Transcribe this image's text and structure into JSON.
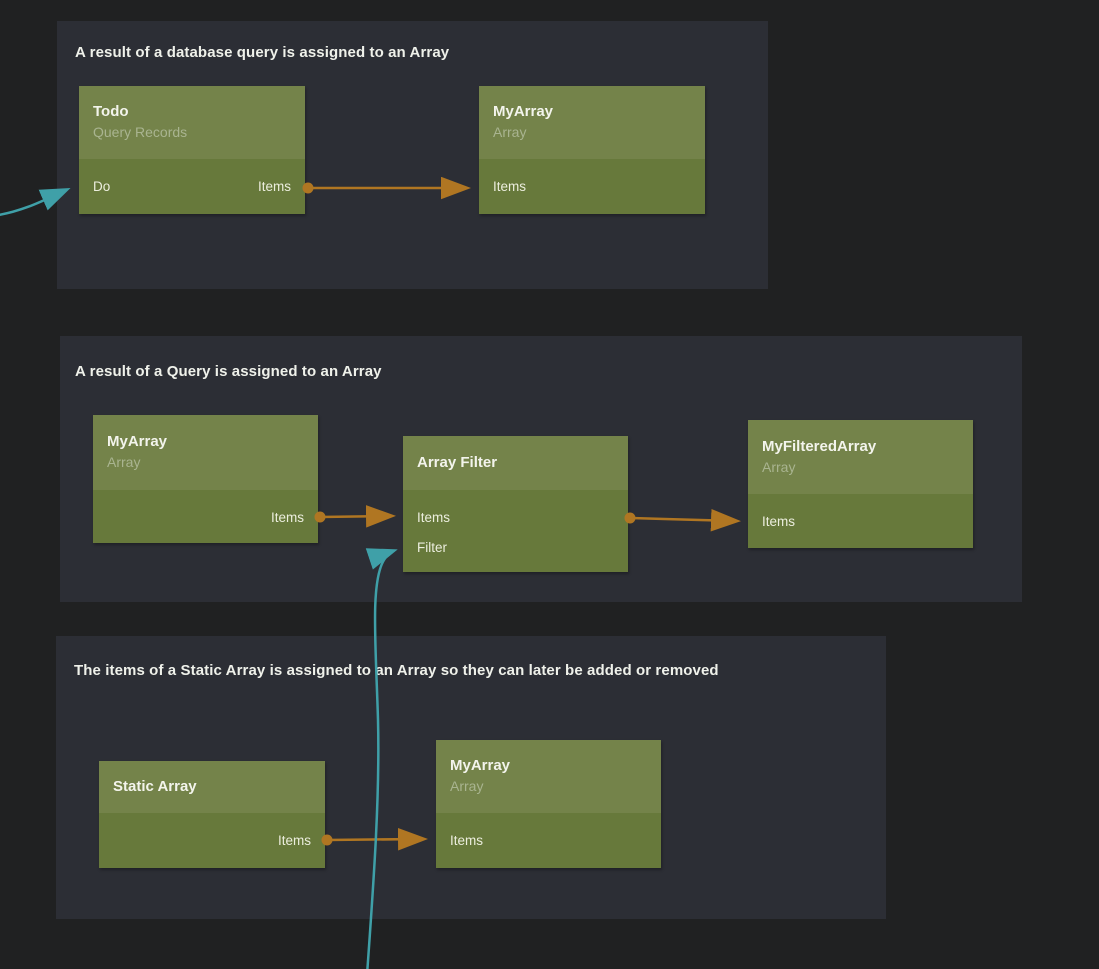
{
  "colors": {
    "canvas_background": "#202122",
    "group_background": "#2c2e35",
    "node_header": "#74834a",
    "node_body": "#67793b",
    "connection_orange": "#b07622",
    "connection_teal": "#3fa0a8"
  },
  "groups": [
    {
      "title": "A result of a database query is assigned to an Array",
      "nodes": [
        {
          "title": "Todo",
          "subtitle": "Query Records",
          "ports": [
            {
              "label": "Do"
            },
            {
              "label": "Items"
            }
          ]
        },
        {
          "title": "MyArray",
          "subtitle": "Array",
          "ports": [
            {
              "label": "Items"
            }
          ]
        }
      ]
    },
    {
      "title": "A result of a Query is assigned to an Array",
      "nodes": [
        {
          "title": "MyArray",
          "subtitle": "Array",
          "ports": [
            {
              "label": "Items"
            }
          ]
        },
        {
          "title": "Array Filter",
          "subtitle": "",
          "ports": [
            {
              "label": "Items"
            },
            {
              "label": "Filter"
            }
          ]
        },
        {
          "title": "MyFilteredArray",
          "subtitle": "Array",
          "ports": [
            {
              "label": "Items"
            }
          ]
        }
      ]
    },
    {
      "title": "The items of a Static Array is assigned to an Array so they can later be added or removed",
      "nodes": [
        {
          "title": "Static Array",
          "subtitle": "",
          "ports": [
            {
              "label": "Items"
            }
          ]
        },
        {
          "title": "MyArray",
          "subtitle": "Array",
          "ports": [
            {
              "label": "Items"
            }
          ]
        }
      ]
    }
  ],
  "connections": [
    {
      "from": "offscreen-left",
      "to": "Todo.Do",
      "color": "#3fa0a8"
    },
    {
      "from": "Todo.Items",
      "to": "MyArray.Items",
      "color": "#b07622"
    },
    {
      "from": "MyArray.Items",
      "to": "Array Filter.Items",
      "color": "#b07622"
    },
    {
      "from": "Array Filter.Items",
      "to": "MyFilteredArray.Items",
      "color": "#b07622"
    },
    {
      "from": "offscreen-bottom",
      "to": "Array Filter.Filter",
      "color": "#3fa0a8"
    },
    {
      "from": "Static Array.Items",
      "to": "MyArray.Items",
      "color": "#b07622"
    }
  ]
}
